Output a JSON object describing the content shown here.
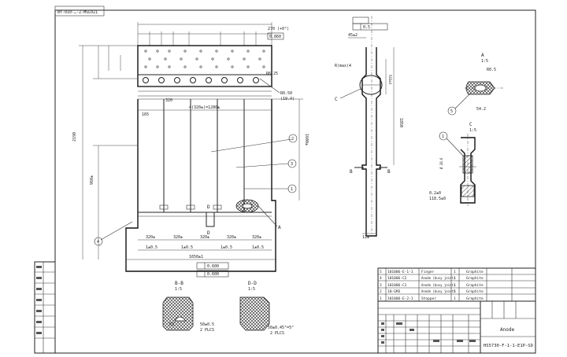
{
  "drawing_code_stamp": "BY-010-…-Z-MSL0Z1",
  "title": "Anode",
  "drawing_number": "HS5730-F-1-1-E1P-SD",
  "sections": {
    "b_b": {
      "label": "B-B",
      "scale": "1:5"
    },
    "d_d": {
      "label": "D-D",
      "scale": "1:5"
    },
    "a": {
      "label": "A",
      "scale": "1:5"
    },
    "c": {
      "label": "C",
      "scale": "1:5"
    }
  },
  "main_view": {
    "overall_height": "2190",
    "overall_width": "1650±1",
    "pitch_labels": [
      "320±",
      "320±",
      "320±",
      "320±",
      "320±"
    ],
    "tolerance_labels": [
      "1±0.5",
      "1±0.5",
      "1±0.5",
      "1±0.5"
    ],
    "flatness_label": "0.600",
    "callouts": [
      "1",
      "2",
      "3",
      "4",
      "5"
    ]
  },
  "side_view": {
    "flatness_label": "0.5",
    "height": "1850",
    "width": "45±2",
    "bottom_width": "12±"
  },
  "parts_list": [
    {
      "no": "5",
      "code": "101006-E-1-1",
      "name": "Finger",
      "qty": "1",
      "material": "Graphite"
    },
    {
      "no": "4",
      "code": "101006-C2",
      "name": "Anode (busy joint)",
      "qty": "1",
      "material": "Graphite"
    },
    {
      "no": "3",
      "code": "101006-C1",
      "name": "Anode (busy joint)",
      "qty": "1",
      "material": "Graphite"
    },
    {
      "no": "2",
      "code": "10-GM3",
      "name": "Anode (busy joint)",
      "qty": "5",
      "material": "Graphite"
    },
    {
      "no": "1",
      "code": "101006-E-2-1",
      "name": "Stopper",
      "qty": "1",
      "material": "Graphite"
    }
  ]
}
